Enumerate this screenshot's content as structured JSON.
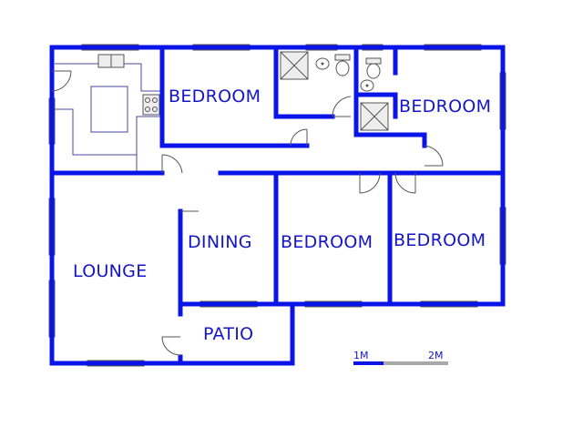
{
  "plan": {
    "rooms": [
      {
        "id": "bedroom-1",
        "label": "BEDROOM"
      },
      {
        "id": "bedroom-2",
        "label": "BEDROOM"
      },
      {
        "id": "dining",
        "label": "DINING"
      },
      {
        "id": "bedroom-3",
        "label": "BEDROOM"
      },
      {
        "id": "bedroom-4",
        "label": "BEDROOM"
      },
      {
        "id": "lounge",
        "label": "LOUNGE"
      },
      {
        "id": "patio",
        "label": "PATIO"
      }
    ],
    "scale": {
      "left_label": "1M",
      "right_label": "2M"
    },
    "colors": {
      "wall": "#0a14e6",
      "text": "#1515c8",
      "kitchen_lines": "#4a4aa0",
      "window": "#d8d8d8"
    }
  }
}
